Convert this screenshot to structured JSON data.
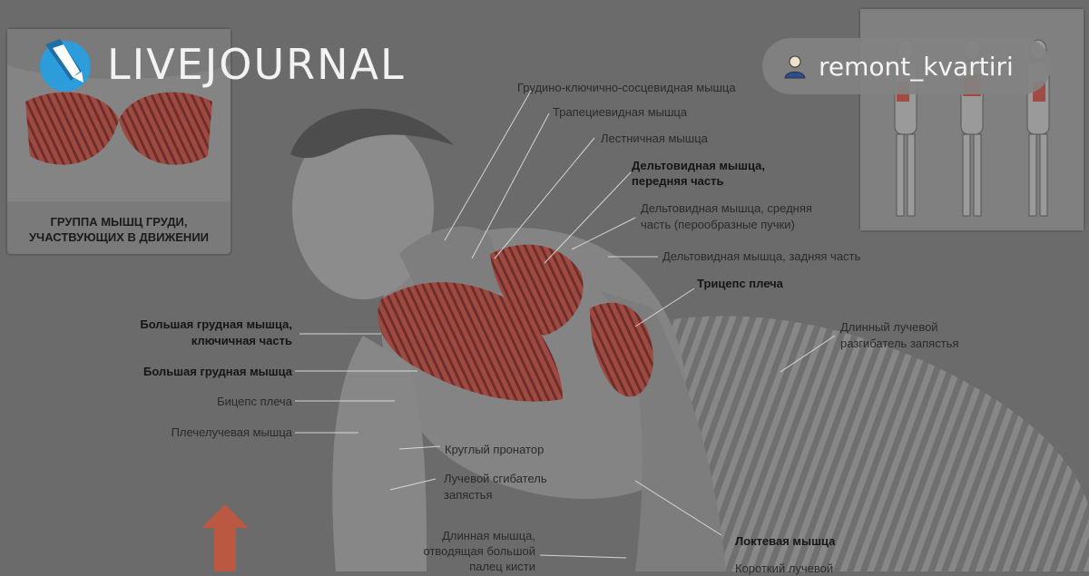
{
  "header": {
    "brand_name": "LIVEJOURNAL",
    "brand_color": "#2d9cdb",
    "user_name": "remont_kvartiri",
    "user_icon": "user-icon"
  },
  "inset_left": {
    "caption_line1": "ГРУППА МЫШЦ ГРУДИ,",
    "caption_line2": "УЧАСТВУЮЩИХ В ДВИЖЕНИИ"
  },
  "labels": {
    "sternocleido": "Грудино-ключично-сосцевидная мышца",
    "trapezius": "Трапециевидная мышца",
    "scalene": "Лестничная мышца",
    "deltoid_front_1": "Дельтовидная мышца,",
    "deltoid_front_2": "передняя часть",
    "deltoid_middle_1": "Дельтовидная мышца, средняя",
    "deltoid_middle_2": "часть (перообразные пучки)",
    "deltoid_back": "Дельтовидная мышца, задняя часть",
    "triceps": "Трицепс плеча",
    "ext_carpi_1": "Длинный лучевой",
    "ext_carpi_2": "разгибатель запястья",
    "pec_clav_1": "Большая грудная мышца,",
    "pec_clav_2": "ключичная часть",
    "pec_major": "Большая грудная мышца",
    "biceps": "Бицепс плеча",
    "brachioradialis": "Плечелучевая мышца",
    "pronator": "Круглый пронатор",
    "flexor_1": "Лучевой сгибатель",
    "flexor_2": "запястья",
    "abductor_1": "Длинная мышца,",
    "abductor_2": "отводящая большой",
    "abductor_3": "палец кисти",
    "anconeus": "Локтевая мышца",
    "short_radial": "Короткий лучевой"
  },
  "colors": {
    "muscle_red": "#a04b43",
    "arrow_orange": "#c8553a"
  }
}
